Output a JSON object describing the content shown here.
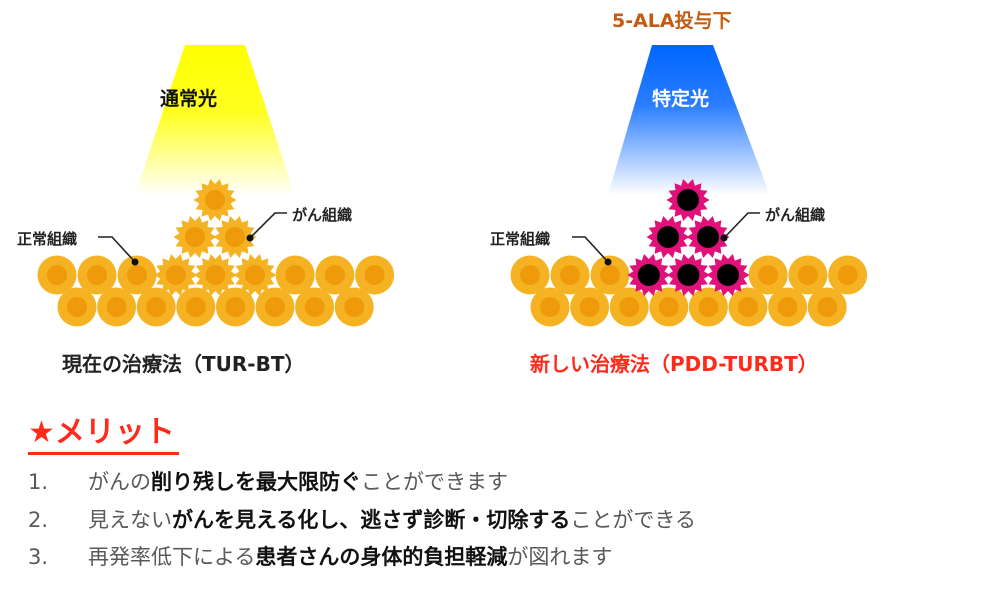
{
  "header": {
    "ala_label": "5-ALA投与下"
  },
  "left_panel": {
    "light_label": "通常光",
    "normal_tissue_label": "正常組織",
    "cancer_tissue_label": "がん組織",
    "caption": "現在の治療法（TUR-BT）",
    "light_color": "#ffff00"
  },
  "right_panel": {
    "light_label": "特定光",
    "normal_tissue_label": "正常組織",
    "cancer_tissue_label": "がん組織",
    "caption": "新しい治療法（PDD-TURBT）",
    "light_color": "#0066ff",
    "caption_color": "#ff2a1a"
  },
  "merit": {
    "title": "★メリット",
    "items": [
      {
        "num": "1.",
        "pre": "がんの",
        "bold": "削り残しを最大限防ぐ",
        "post": "ことができます"
      },
      {
        "num": "2.",
        "pre": "見えない",
        "bold": "がんを見える化し、逃さず診断・切除する",
        "post": "ことができる"
      },
      {
        "num": "3.",
        "pre": "再発率低下による",
        "bold": "患者さんの身体的負担軽減",
        "post": "が図れます"
      }
    ]
  },
  "colors": {
    "cell_outer": "#f5b323",
    "cell_inner": "#ee9a0a",
    "fluorescent": "#e0127a",
    "ala_text": "#c55a11"
  }
}
